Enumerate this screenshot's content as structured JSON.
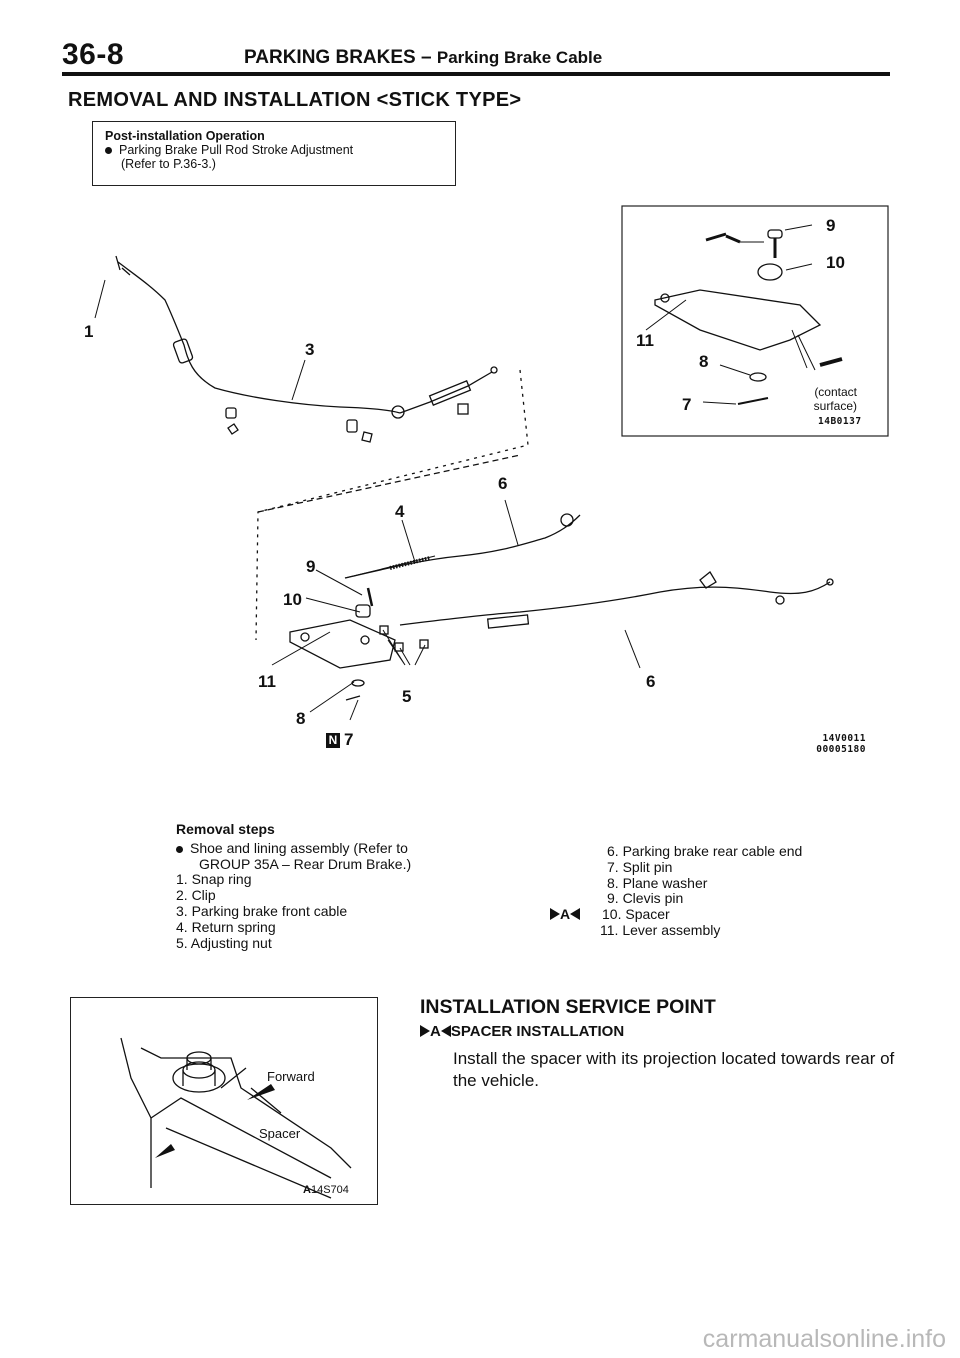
{
  "header": {
    "page_number": "36-8",
    "section": "PARKING BRAKES",
    "separator": "–",
    "subsection": "Parking Brake Cable"
  },
  "title": "REMOVAL AND INSTALLATION <STICK TYPE>",
  "post_installation": {
    "heading": "Post-installation Operation",
    "item_line1": "Parking Brake Pull Rod Stroke Adjustment",
    "item_line2": "(Refer to P.36-3.)"
  },
  "inset": {
    "callouts": [
      "9",
      "10",
      "11",
      "8",
      "7"
    ],
    "note_line1": "(contact",
    "note_line2": "surface)",
    "code": "14B0137"
  },
  "main_figure": {
    "callouts": {
      "c1": "1",
      "c3": "3",
      "c6a": "6",
      "c4": "4",
      "c9": "9",
      "c10": "10",
      "c11": "11",
      "c5": "5",
      "c6b": "6",
      "c8": "8",
      "c7": "7"
    },
    "n_mark": "N",
    "code_line1": "14V0011",
    "code_line2": "00005180"
  },
  "removal_steps": {
    "heading": "Removal steps",
    "left": [
      "Shoe and lining assembly (Refer to",
      "GROUP 35A – Rear Drum Brake.)",
      "1. Snap ring",
      "2. Clip",
      "3. Parking brake front cable",
      "4. Return spring",
      "5. Adjusting nut"
    ],
    "right": [
      "6. Parking brake rear cable end",
      "7. Split pin",
      "8. Plane washer",
      "9. Clevis pin",
      "10. Spacer",
      "11. Lever assembly"
    ],
    "service_mark": "A"
  },
  "spacer_figure": {
    "label_forward": "Forward",
    "label_spacer": "Spacer",
    "code": "14S704",
    "code_prefix": "A"
  },
  "service_point": {
    "title": "INSTALLATION SERVICE POINT",
    "mark": "A",
    "subtitle": "SPACER INSTALLATION",
    "body": "Install the spacer with its projection located towards rear of the vehicle."
  },
  "watermark": "carmanualsonline.info"
}
